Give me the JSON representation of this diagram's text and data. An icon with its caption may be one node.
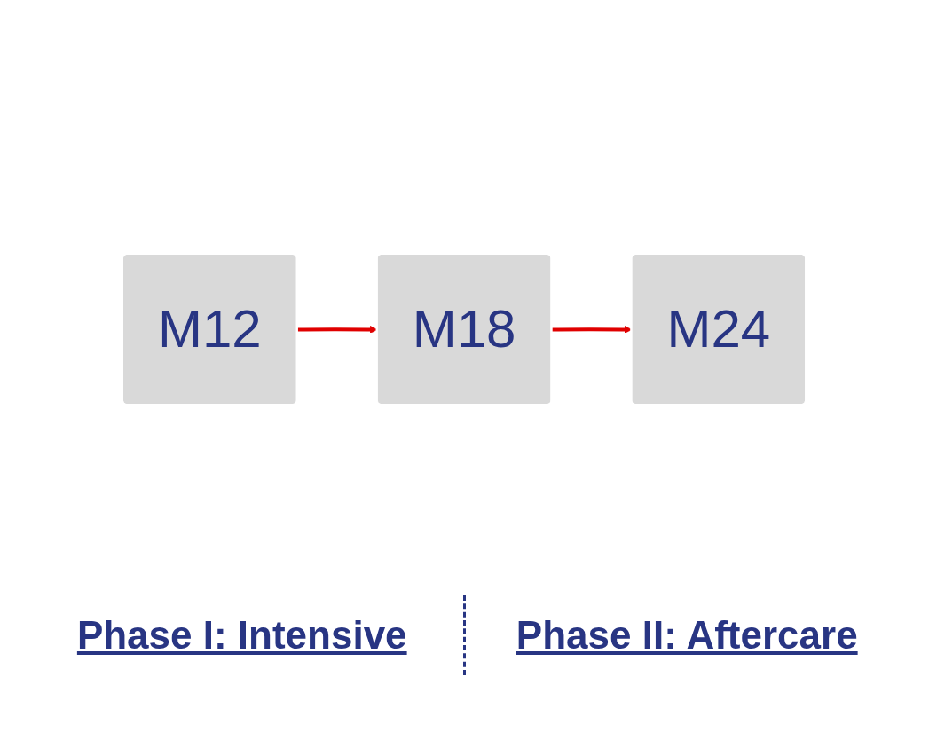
{
  "diagram": {
    "nodes": [
      {
        "text": [
          "M12"
        ]
      },
      {
        "text": [
          "M18"
        ]
      },
      {
        "text": [
          "M24"
        ]
      }
    ],
    "edges": [
      {
        "from": 0,
        "to": 1,
        "arrow": "to",
        "color": "#e00000"
      },
      {
        "from": 1,
        "to": 2,
        "arrow": "to",
        "color": "#e00000"
      }
    ],
    "labels": [
      "Phase I: Intensive",
      "Phase II: Aftercare"
    ]
  }
}
